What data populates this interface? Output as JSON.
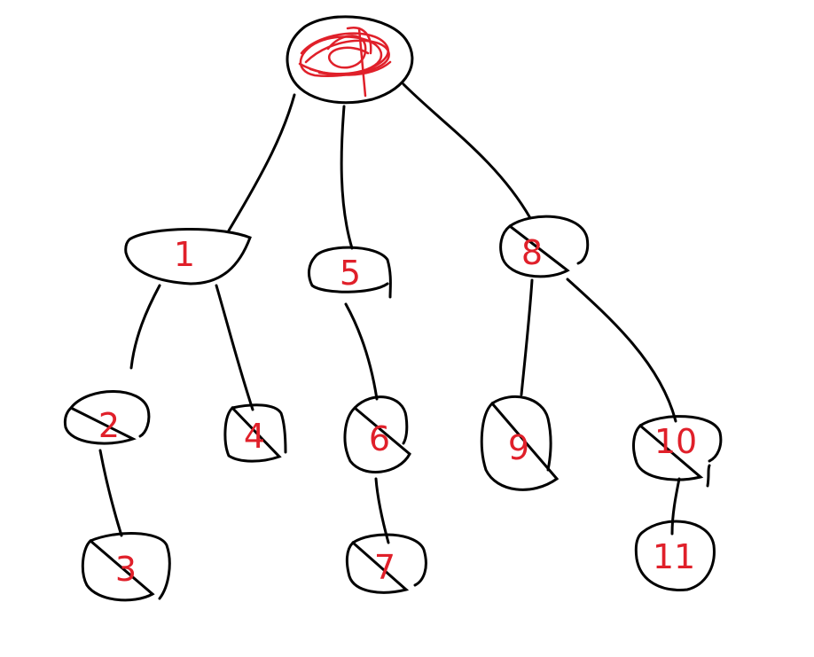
{
  "tree": {
    "root": {
      "label": "",
      "scribbled_out": true,
      "stroke_color": "#e0202a"
    },
    "nodes": [
      {
        "id": "n1",
        "label": "1"
      },
      {
        "id": "n5",
        "label": "5"
      },
      {
        "id": "n8",
        "label": "8"
      },
      {
        "id": "n2",
        "label": "2"
      },
      {
        "id": "n4",
        "label": "4"
      },
      {
        "id": "n6",
        "label": "6"
      },
      {
        "id": "n9",
        "label": "9"
      },
      {
        "id": "n10",
        "label": "10"
      },
      {
        "id": "n3",
        "label": "3"
      },
      {
        "id": "n7",
        "label": "7"
      },
      {
        "id": "n11",
        "label": "11"
      }
    ],
    "edges": [
      [
        "root",
        "n1"
      ],
      [
        "root",
        "n5"
      ],
      [
        "root",
        "n8"
      ],
      [
        "n1",
        "n2"
      ],
      [
        "n1",
        "n4"
      ],
      [
        "n5",
        "n6"
      ],
      [
        "n8",
        "n9"
      ],
      [
        "n8",
        "n10"
      ],
      [
        "n2",
        "n3"
      ],
      [
        "n6",
        "n7"
      ],
      [
        "n10",
        "n11"
      ]
    ],
    "colors": {
      "outline": "#000000",
      "label": "#e0202a"
    }
  }
}
